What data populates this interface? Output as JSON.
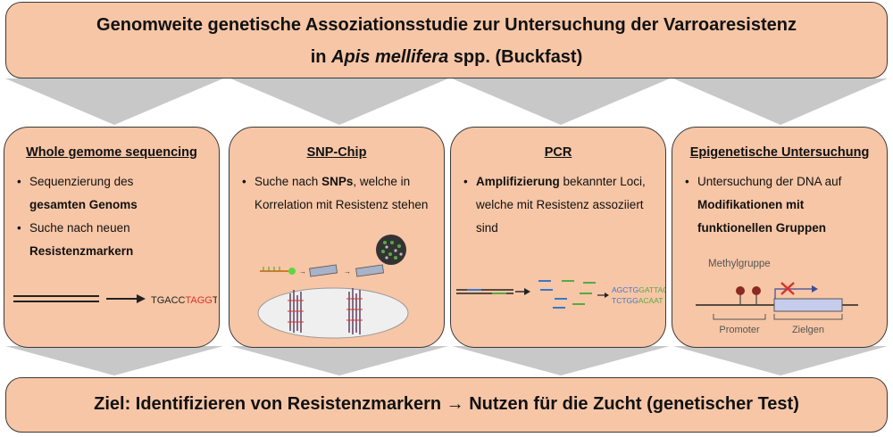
{
  "header": {
    "line1": "Genomweite genetische Assoziationsstudie zur Untersuchung der Varroaresistenz",
    "line2_prefix": "in ",
    "line2_species": "Apis mellifera",
    "line2_suffix": " spp. (Buckfast)"
  },
  "cards": [
    {
      "title": "Whole gemome sequencing",
      "bullets": [
        [
          "Sequenzierung des ",
          "gesamten Genoms"
        ],
        [
          "Suche nach neuen ",
          "Resistenzmarkern"
        ]
      ],
      "sequence": {
        "part1": "TGACC",
        "part2": "TAGG",
        "part3": "TA"
      }
    },
    {
      "title": "SNP-Chip",
      "bullets": [
        [
          "Suche nach ",
          "SNPs",
          ", welche in Korrelation mit Resistenz stehen"
        ]
      ]
    },
    {
      "title": "PCR",
      "bullets": [
        [
          "Amplifizierung",
          " bekannter Loci, welche mit Resistenz assoziiert sind"
        ]
      ],
      "seq_top": {
        "a": "AGCTG",
        "b": "GATTAC"
      },
      "seq_bottom": {
        "a": "TCTGG",
        "b": "ACAAT"
      }
    },
    {
      "title": "Epigenetische Untersuchung",
      "bullets": [
        [
          "Untersuchung der DNA auf ",
          "Modifikationen mit funktionellen Gruppen"
        ]
      ],
      "label_methyl": "Methylgruppe",
      "label_promoter": "Promoter",
      "label_target": "Zielgen"
    }
  ],
  "footer": {
    "goal": "Ziel: Identifizieren von Resistenzmarkern  → Nutzen für die Zucht (genetischer Test)"
  },
  "colors": {
    "box_fill": "#f7c6a6",
    "arrow_fill": "#c8c8c8",
    "red": "#d8322a",
    "blue": "#3b78c8",
    "green": "#58a846",
    "dark_red": "#8a2a22"
  }
}
